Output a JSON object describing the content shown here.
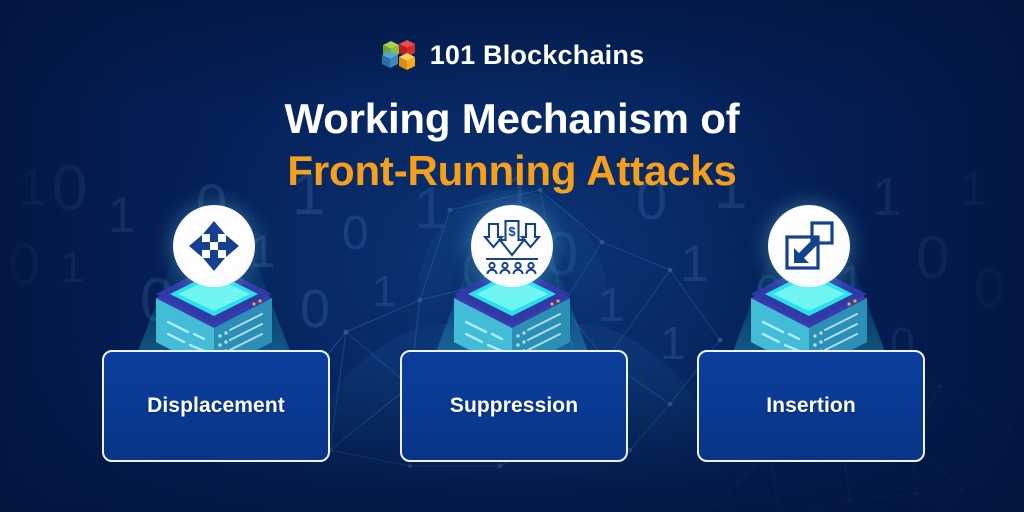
{
  "brand": {
    "name": "101 Blockchains",
    "logo_icon": "cubes-logo-icon",
    "cube_colors": [
      "#7ab648",
      "#d6242c",
      "#2f7fc1",
      "#f2a71b"
    ]
  },
  "headline": {
    "line1": "Working Mechanism of",
    "line2": "Front-Running Attacks",
    "line1_color": "#ffffff",
    "line2_color": "#f4a01c"
  },
  "background": {
    "base_color": "#04205a",
    "accent_color": "#0b3570",
    "motifs": [
      "hooded-figure-silhouette",
      "binary-digits",
      "network-mesh-globe"
    ],
    "binary_chars": [
      "0",
      "1",
      "1",
      "0",
      "1",
      "0",
      "0",
      "1",
      "1",
      "0",
      "1",
      "0",
      "1",
      "1",
      "0",
      "0",
      "1",
      "0",
      "1",
      "1",
      "0",
      "1",
      "0",
      "1",
      "1",
      "0",
      "0",
      "1",
      "1",
      "0",
      "1",
      "0",
      "0",
      "1",
      "1",
      "0",
      "1",
      "1",
      "0",
      "0",
      "1",
      "0",
      "1",
      "0",
      "1",
      "1",
      "0",
      "1"
    ]
  },
  "pillars": [
    {
      "id": "displacement",
      "label": "Displacement",
      "icon": "four-way-arrows-icon",
      "card_fill": "#0b3f9c",
      "card_border": "#eef3fb"
    },
    {
      "id": "suppression",
      "label": "Suppression",
      "icon": "down-arrows-over-people-icon",
      "card_fill": "#0b3f9c",
      "card_border": "#eef3fb"
    },
    {
      "id": "insertion",
      "label": "Insertion",
      "icon": "insert-squares-arrow-icon",
      "card_fill": "#0b3f9c",
      "card_border": "#eef3fb"
    }
  ],
  "platform": {
    "icon": "isometric-server-platform-icon",
    "top_color": "#3ef0e0",
    "rim_color": "#2b2f9e",
    "side_color": "#3bb9d6"
  }
}
